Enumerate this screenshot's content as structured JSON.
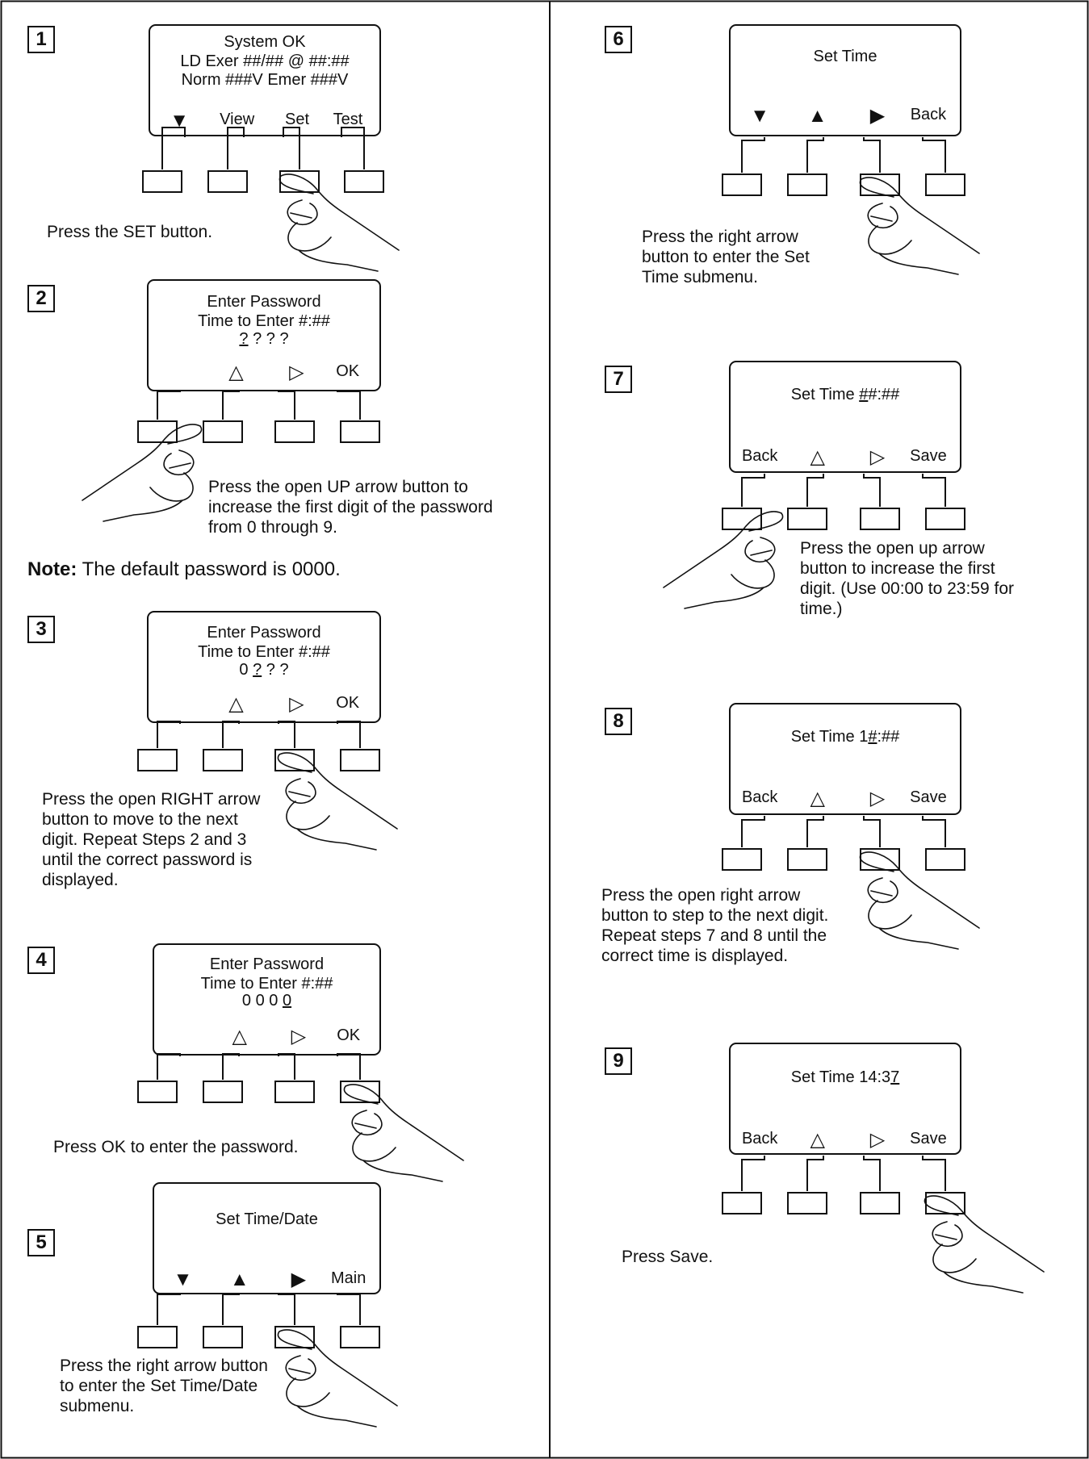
{
  "steps": [
    {
      "num": "1",
      "lines": [
        "System OK",
        "LD Exer ##/## @ ##:##",
        "Norm  ###V  Emer   ###V"
      ],
      "keys": [
        "▼",
        "View",
        "Set",
        "Test"
      ],
      "caption": "Press the SET button."
    },
    {
      "num": "2",
      "lines": [
        "Enter Password",
        "Time to Enter #:##"
      ],
      "digits": {
        "pre": "",
        "u": "?",
        "post": " ? ? ?"
      },
      "keys": [
        "",
        "△",
        "▷",
        "OK"
      ],
      "caption": "Press the open UP arrow button to\nincrease the first digit of the password\nfrom 0 through 9."
    },
    {
      "num": "3",
      "lines": [
        "Enter Password",
        "Time to Enter #:##"
      ],
      "digits": {
        "pre": "0 ",
        "u": "?",
        "post": " ? ?"
      },
      "keys": [
        "",
        "△",
        "▷",
        "OK"
      ],
      "caption": "Press the open RIGHT arrow\nbutton to move to the next\ndigit.  Repeat Steps 2 and 3\nuntil the correct password is\ndisplayed."
    },
    {
      "num": "4",
      "lines": [
        "Enter Password",
        "Time to Enter #:##"
      ],
      "digits": {
        "pre": "0 0 0 ",
        "u": "0",
        "post": ""
      },
      "keys": [
        "",
        "△",
        "▷",
        "OK"
      ],
      "caption": "Press OK to enter the password."
    },
    {
      "num": "5",
      "lines": [
        "Set Time/Date"
      ],
      "keys": [
        "▼",
        "▲",
        "▶",
        "Main"
      ],
      "caption": "Press the right arrow button\nto enter the Set Time/Date\nsubmenu."
    },
    {
      "num": "6",
      "lines": [
        "Set Time"
      ],
      "keys": [
        "▼",
        "▲",
        "▶",
        "Back"
      ],
      "caption": "Press the right arrow\nbutton to enter the Set\nTime submenu."
    },
    {
      "num": "7",
      "time": {
        "pre": "Set Time ",
        "u": "#",
        "post": "#:##"
      },
      "keys": [
        "Back",
        "△",
        "▷",
        "Save"
      ],
      "caption": "Press the open up arrow\nbutton to increase the first\ndigit.  (Use 00:00 to 23:59 for\ntime.)"
    },
    {
      "num": "8",
      "time": {
        "pre": "Set Time 1",
        "u": "#",
        "post": ":##"
      },
      "keys": [
        "Back",
        "△",
        "▷",
        "Save"
      ],
      "caption": "Press the open right arrow\nbutton to step to the next digit.\nRepeat steps 7 and 8 until the\ncorrect time is displayed."
    },
    {
      "num": "9",
      "time": {
        "pre": "Set Time 14:3",
        "u": "7",
        "post": ""
      },
      "keys": [
        "Back",
        "△",
        "▷",
        "Save"
      ],
      "caption": "Press Save."
    }
  ],
  "note": {
    "label": "Note:",
    "text": " The default password is 0000."
  }
}
